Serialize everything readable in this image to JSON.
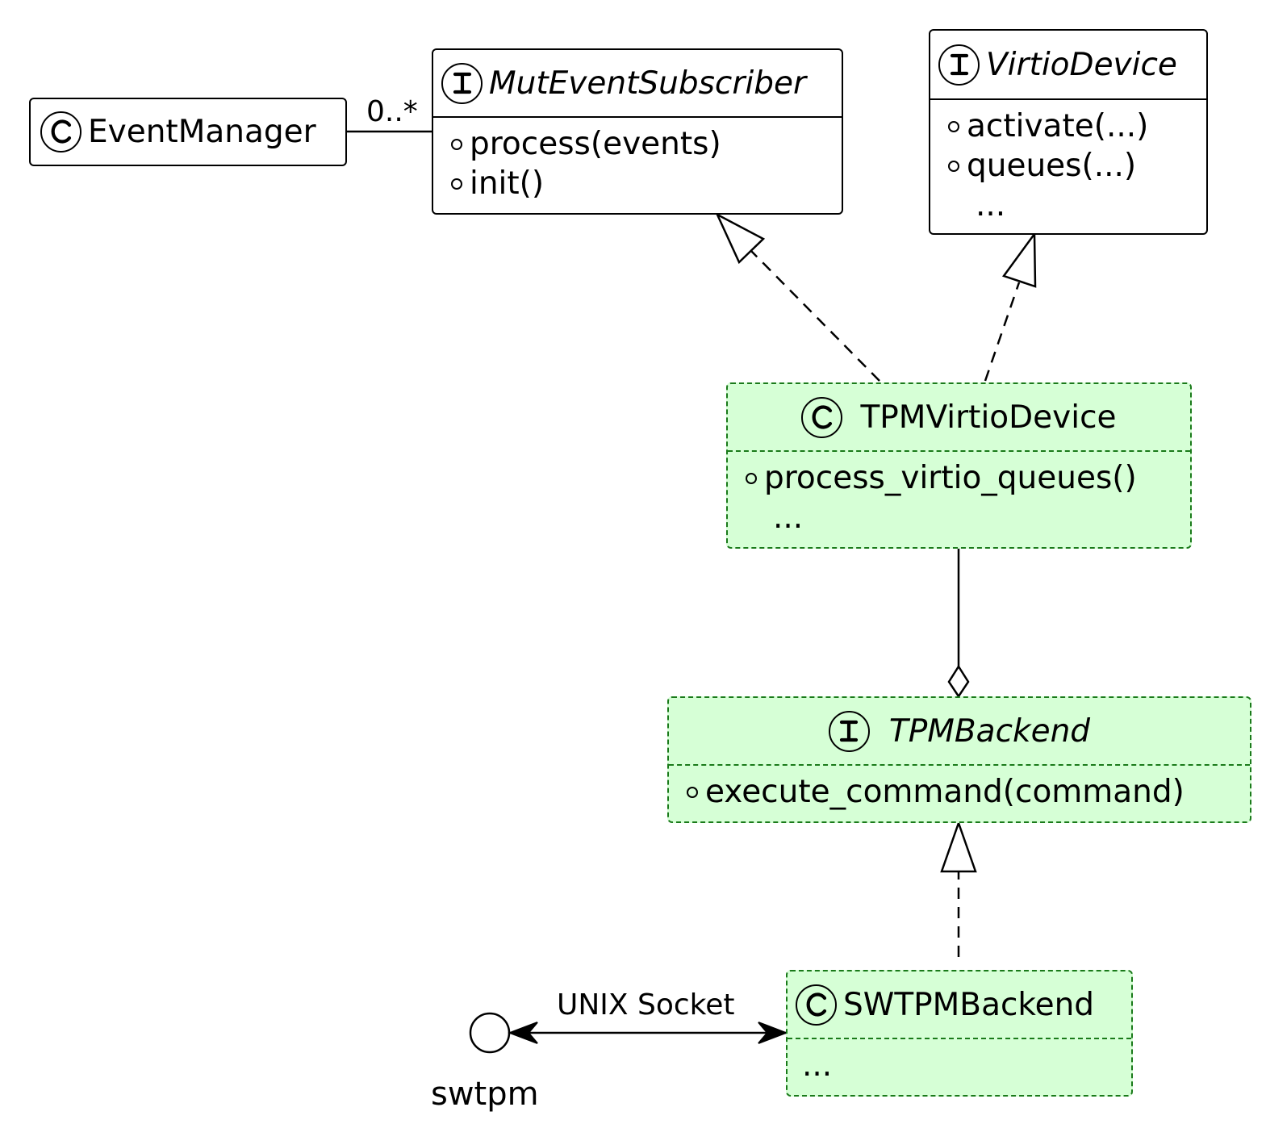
{
  "diagram": {
    "event_manager": {
      "stereotype": "C",
      "name": "EventManager"
    },
    "mut_event_subscriber": {
      "stereotype": "I",
      "name": "MutEventSubscriber",
      "methods": [
        "process(events)",
        "init()"
      ]
    },
    "virtio_device": {
      "stereotype": "I",
      "name": "VirtioDevice",
      "methods": [
        "activate(...)",
        "queues(...)"
      ],
      "ellipsis": "..."
    },
    "tpm_virtio_device": {
      "stereotype": "C",
      "name": "TPMVirtioDevice",
      "methods": [
        "process_virtio_queues()"
      ],
      "ellipsis": "..."
    },
    "tpm_backend": {
      "stereotype": "I",
      "name": "TPMBackend",
      "methods": [
        "execute_command(command)"
      ]
    },
    "swtpm_backend": {
      "stereotype": "C",
      "name": "SWTPMBackend",
      "ellipsis": "..."
    },
    "swtpm": {
      "name": "swtpm"
    },
    "multiplicity": "0..*",
    "socket_label": "UNIX Socket",
    "colors": {
      "line": "#000000",
      "new_border": "#1a7a1a",
      "new_fill": "#d6ffd6"
    }
  }
}
